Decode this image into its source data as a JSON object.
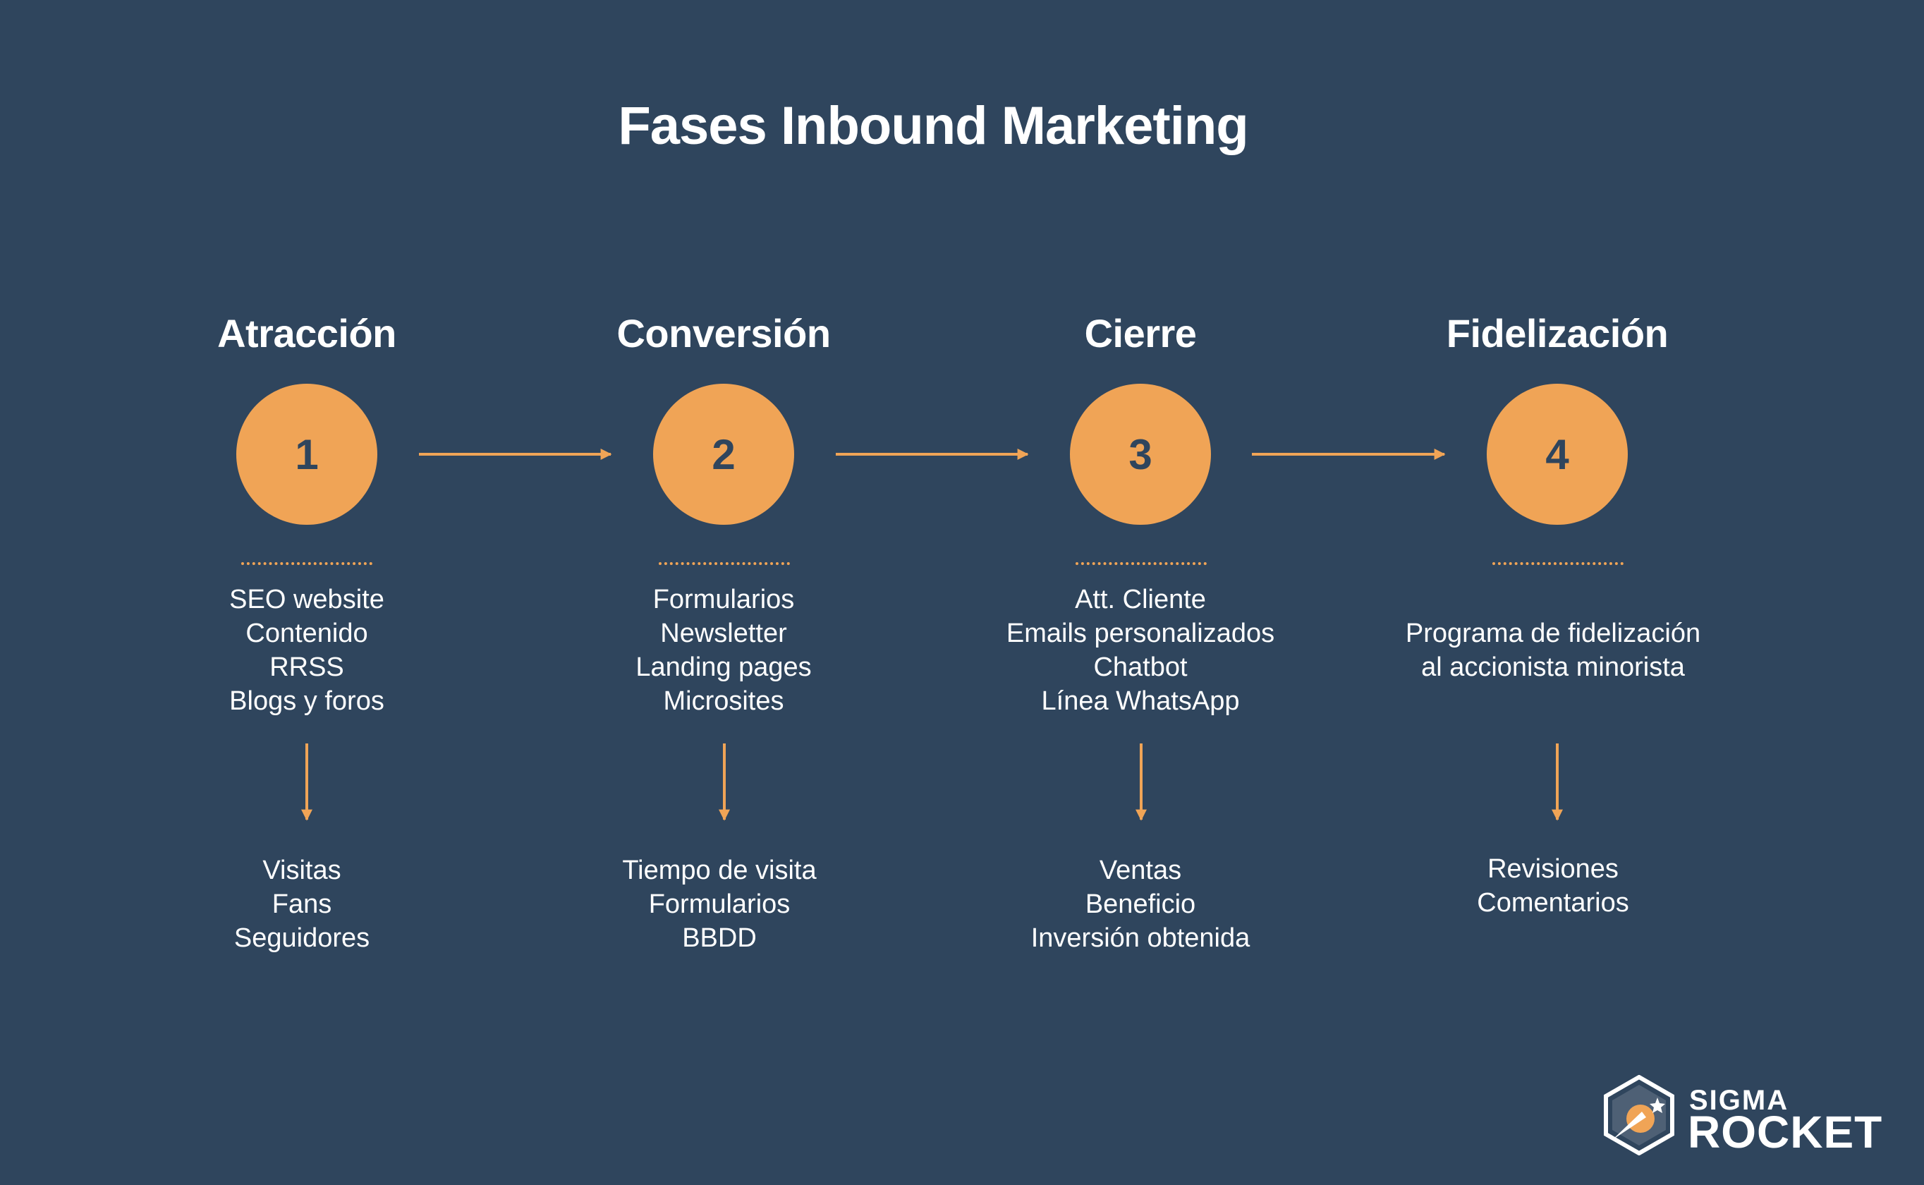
{
  "title": "Fases Inbound Marketing",
  "phases": [
    {
      "name": "Atracción",
      "number": "1",
      "channels": [
        "SEO website",
        "Contenido",
        "RRSS",
        "Blogs y foros"
      ],
      "metrics": [
        "Visitas",
        "Fans",
        "Seguidores"
      ]
    },
    {
      "name": "Conversión",
      "number": "2",
      "channels": [
        "Formularios",
        "Newsletter",
        "Landing pages",
        "Microsites"
      ],
      "metrics": [
        "Tiempo de visita",
        "Formularios",
        "BBDD"
      ]
    },
    {
      "name": "Cierre",
      "number": "3",
      "channels": [
        "Att. Cliente",
        "Emails personalizados",
        "Chatbot",
        "Línea WhatsApp"
      ],
      "metrics": [
        "Ventas",
        "Beneficio",
        "Inversión obtenida"
      ]
    },
    {
      "name": "Fidelización",
      "number": "4",
      "channels": [
        "Programa de fidelización",
        "al accionista minorista"
      ],
      "metrics": [
        "Revisiones",
        "Comentarios"
      ]
    }
  ],
  "logo": {
    "line1": "SIGMA",
    "line2": "ROCKET"
  },
  "colors": {
    "background": "#2f455d",
    "accent": "#f0a456",
    "text": "#ffffff"
  }
}
